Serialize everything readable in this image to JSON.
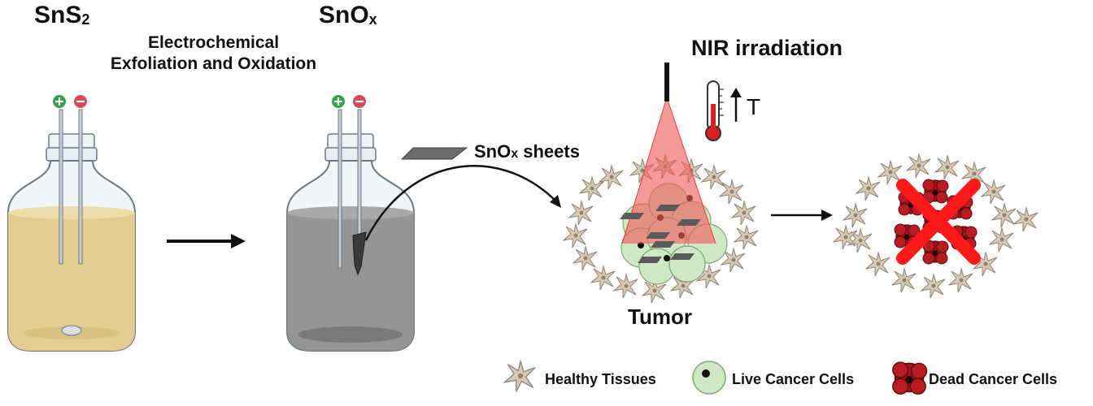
{
  "labels": {
    "sns2_main": "SnS",
    "sns2_sub": "2",
    "snox_main": "SnO",
    "snox_sub": "x",
    "process_line1": "Electrochemical",
    "process_line2": "Exfoliation and Oxidation",
    "sheets_main": "SnO",
    "sheets_sub": "x",
    "sheets_rest": " sheets",
    "nir": "NIR irradiation",
    "temp_symbol": "T",
    "tumor": "Tumor",
    "electrode_plus": "+",
    "electrode_minus": "−"
  },
  "legend": [
    {
      "label": "Healthy Tissues",
      "icon": "healthy-tissue-icon"
    },
    {
      "label": "Live Cancer Cells",
      "icon": "live-cancer-cell-icon"
    },
    {
      "label": "Dead Cancer Cells",
      "icon": "dead-cancer-cell-icon"
    }
  ],
  "colors": {
    "sns2_liquid": "#e2cb8c",
    "snox_liquid": "#8f8f8f",
    "laser_beam": "#f05a5a",
    "live_cell": "#cfe8c4",
    "tumor_cell_red": "#e4735c",
    "dead_cell": "#a3141a",
    "cross": "#ff1a1a",
    "healthy_tissue": "#d8c9b5",
    "plus": "#2fa24a",
    "minus": "#d94a5a"
  }
}
